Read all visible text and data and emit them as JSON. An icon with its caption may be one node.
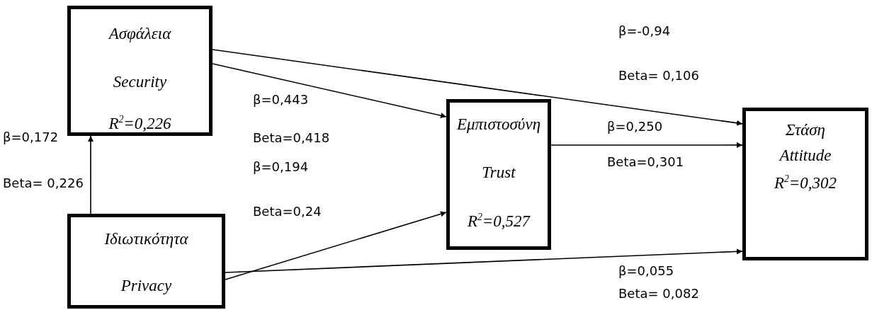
{
  "diagram": {
    "nodes": [
      {
        "text": [
          "Ασφάλεια",
          "Security",
          "R$^{2}$=0,226"
        ]
      },
      {
        "text": [
          "Εμπιστοσύνη",
          "Trust",
          "R$^{2}$=0,527"
        ]
      },
      {
        "text": [
          "Στάση",
          "Attitude",
          "R$^{2}$=0,302"
        ]
      },
      {
        "text": [
          "Ιδιωτικότητα",
          "Privacy"
        ]
      }
    ],
    "edges": [
      {
        "from": 3,
        "to": 0,
        "arrow": "to"
      },
      {
        "from": 0,
        "to": 1,
        "arrow": "to"
      },
      {
        "from": 0,
        "to": 2,
        "arrow": "to"
      },
      {
        "from": 3,
        "to": 1,
        "arrow": "to"
      },
      {
        "from": 3,
        "to": 2,
        "arrow": "to"
      },
      {
        "from": 1,
        "to": 2,
        "arrow": "to"
      }
    ],
    "labels": [
      "β=-0,94",
      "Beta= 0,106",
      "β=0,443",
      "Beta=0,418",
      "β=0,250",
      "β=0,172",
      "β=0,194",
      "Beta=0,301",
      "Beta= 0,226",
      "Beta=0,24",
      "β=0,055",
      "Beta= 0,082"
    ]
  }
}
